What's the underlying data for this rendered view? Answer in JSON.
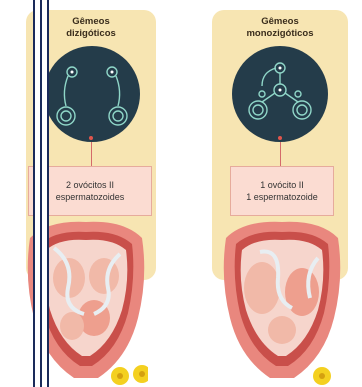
{
  "left_panel": {
    "title_line1": "Gêmeos",
    "title_line2": "dizigóticos",
    "info_line1": "2 ovócitos II",
    "info_line2": "espermatozoides"
  },
  "right_panel": {
    "title_line1": "Gêmeos",
    "title_line2": "monozigóticos",
    "info_line1": "1 ovócito II",
    "info_line2": "1 espermatozoide"
  },
  "colors": {
    "panel": "#f7e5b2",
    "circle": "#243c4a",
    "info_box": "#fbdcd2",
    "uterus": "#e9877e",
    "fetus": "#f1b9a8",
    "cord": "#e8eef2",
    "egg": "#f4d020",
    "binding": "#1a2a5a"
  },
  "icons": [
    "dizygotic-embryo-diagram",
    "monozygotic-embryo-diagram",
    "uterus-twins-illustration",
    "ovum-sperm-icon"
  ]
}
